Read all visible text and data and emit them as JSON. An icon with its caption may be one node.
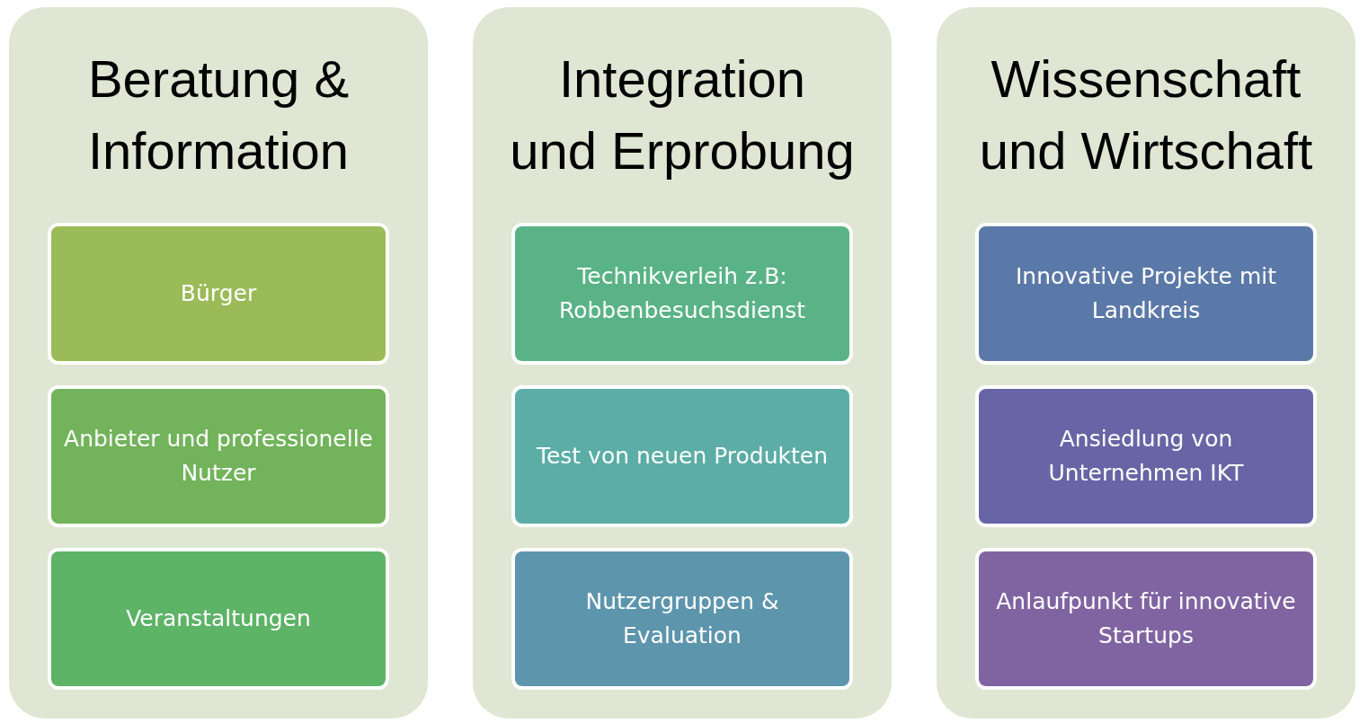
{
  "diagram": {
    "nodes": [
      {
        "text": [
          "Beratung & Information"
        ]
      },
      {
        "text": [
          "Bürger"
        ],
        "in": 0
      },
      {
        "text": [
          "Anbieter und professionelle Nutzer"
        ],
        "in": 0
      },
      {
        "text": [
          "Veranstaltungen"
        ],
        "in": 0
      },
      {
        "text": [
          "Integration und Erprobung"
        ]
      },
      {
        "text": [
          "Technikverleih z.B: Robbenbesuchsdienst"
        ],
        "in": 4
      },
      {
        "text": [
          "Test von neuen Produkten"
        ],
        "in": 4
      },
      {
        "text": [
          "Nutzergruppen & Evaluation"
        ],
        "in": 4
      },
      {
        "text": [
          "Wissenschaft und Wirtschaft"
        ]
      },
      {
        "text": [
          "Innovative Projekte mit Landkreis"
        ],
        "in": 8
      },
      {
        "text": [
          "Ansiedlung von Unternehmen IKT"
        ],
        "in": 8
      },
      {
        "text": [
          "Anlaufpunkt für innovative Startups"
        ],
        "in": 8
      }
    ],
    "edges": []
  }
}
